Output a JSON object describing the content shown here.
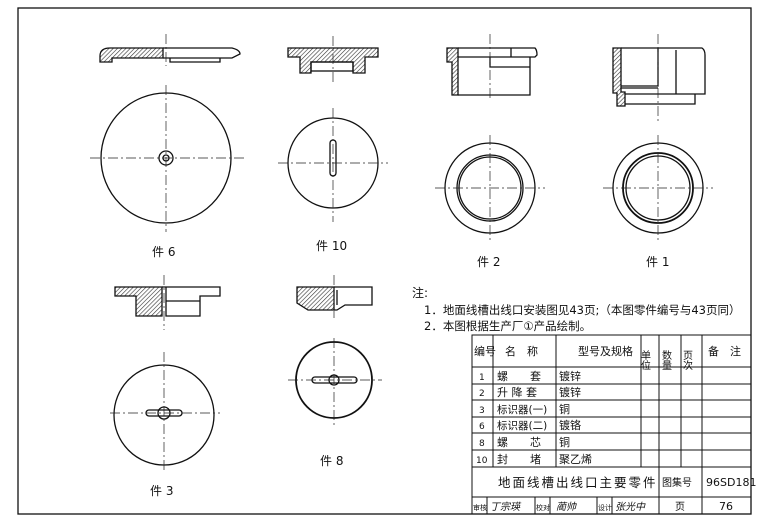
{
  "parts": {
    "p6": "件 6",
    "p10": "件 10",
    "p2": "件 2",
    "p1": "件 1",
    "p3": "件 3",
    "p8": "件 8"
  },
  "notes": {
    "title": "注:",
    "line1": "1．地面线槽出线口安装图见43页;（本图零件编号与43页同）",
    "line2": "2．本图根据生产厂①产品绘制。"
  },
  "table": {
    "headers": {
      "no": "编号",
      "name": "名　称",
      "spec": "型号及规格",
      "unit": "单位",
      "qty": "数量",
      "page": "页次",
      "remark": "备　注"
    },
    "rows": [
      {
        "no": "1",
        "name": "螺　　套",
        "spec": "镀锌"
      },
      {
        "no": "2",
        "name": "升 降 套",
        "spec": "镀锌"
      },
      {
        "no": "3",
        "name": "标识器(一)",
        "spec": "铜"
      },
      {
        "no": "6",
        "name": "标识器(二)",
        "spec": "镀铬"
      },
      {
        "no": "8",
        "name": "螺　　芯",
        "spec": "铜"
      },
      {
        "no": "10",
        "name": "封　　堵",
        "spec": "聚乙烯"
      }
    ],
    "title": "地面线槽出线口主要零件",
    "atlas_label": "图集号",
    "atlas_no": "96SD181",
    "review_label": "审核",
    "reviewer": "丁宗瑛",
    "check_label": "校对",
    "checker": "蔺帅",
    "design_label": "设计",
    "designer": "张光中",
    "page_label": "页",
    "page_no": "76"
  }
}
